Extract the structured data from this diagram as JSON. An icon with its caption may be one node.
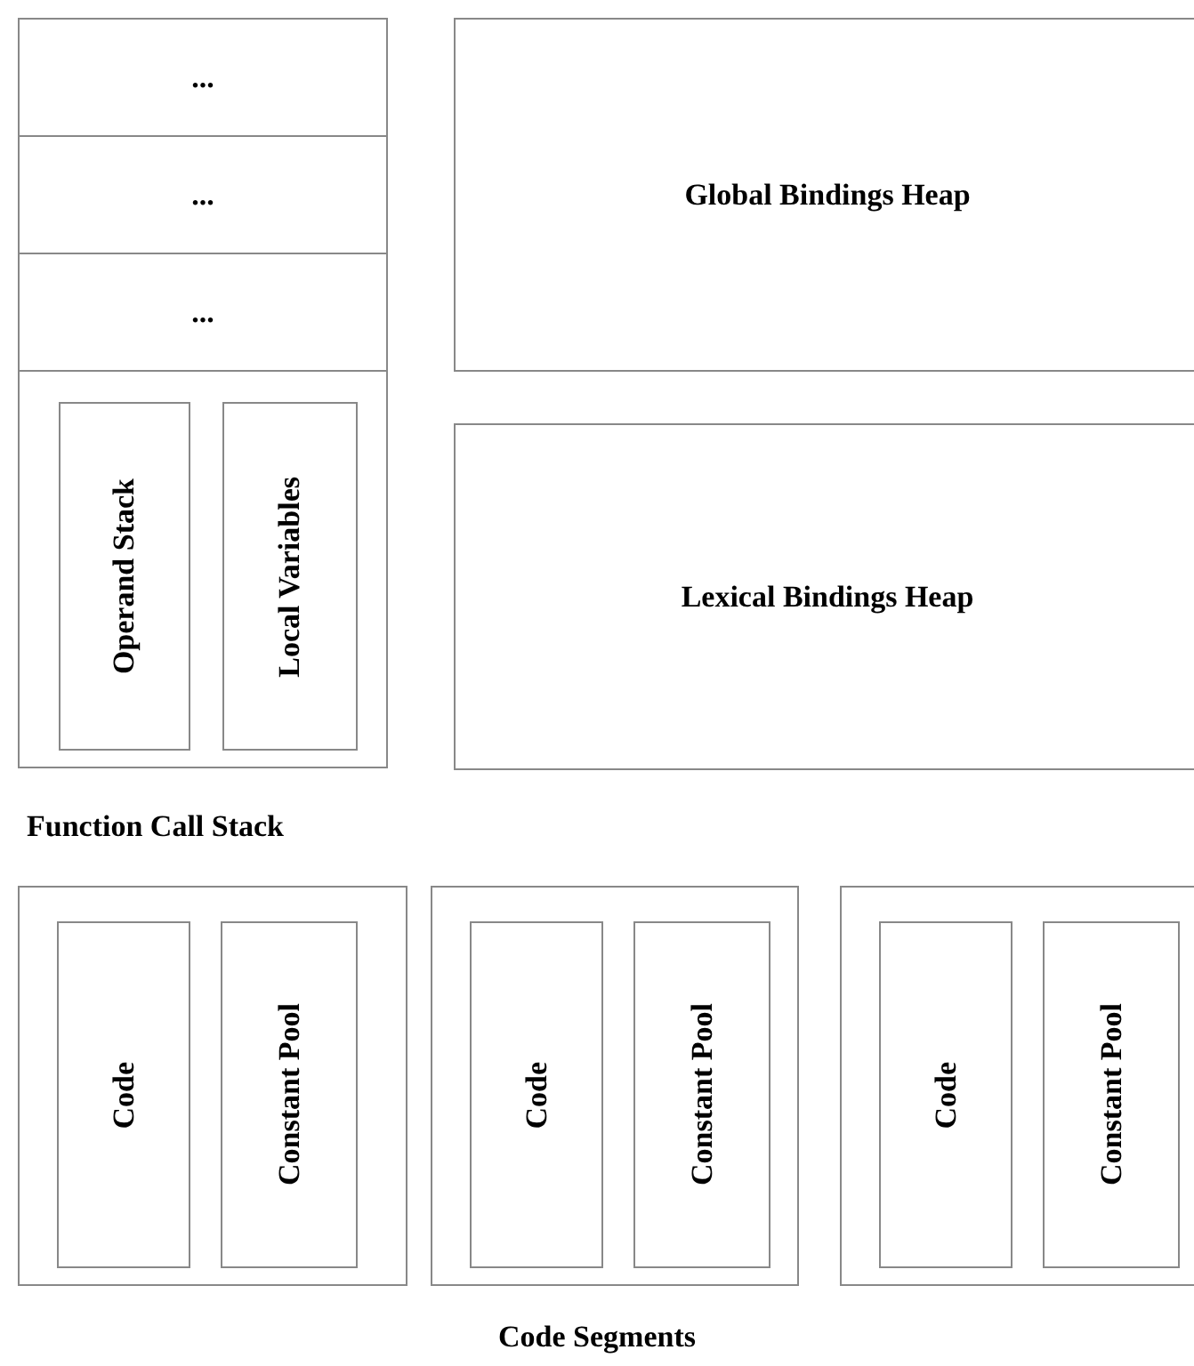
{
  "diagram": {
    "nodes": [
      {
        "text": [
          "Function Call Stack"
        ]
      },
      {
        "text": [
          "..."
        ],
        "in": 0
      },
      {
        "text": [
          "..."
        ],
        "in": 0
      },
      {
        "text": [
          "..."
        ],
        "in": 0
      },
      {
        "text": [],
        "shape": "box",
        "in": 0
      },
      {
        "text": [
          "Operand Stack"
        ],
        "in": 4
      },
      {
        "text": [
          "Local Variables"
        ],
        "in": 4
      },
      {
        "text": [
          "Global Bindings Heap"
        ]
      },
      {
        "text": [
          "Lexical Bindings Heap"
        ]
      },
      {
        "text": [],
        "shape": "box"
      },
      {
        "text": [
          "Code"
        ],
        "in": 9
      },
      {
        "text": [
          "Constant Pool"
        ],
        "in": 9
      },
      {
        "text": [],
        "shape": "box"
      },
      {
        "text": [
          "Code"
        ],
        "in": 12
      },
      {
        "text": [
          "Constant Pool"
        ],
        "in": 12
      },
      {
        "text": [],
        "shape": "box"
      },
      {
        "text": [
          "Code"
        ],
        "in": 15
      },
      {
        "text": [
          "Constant Pool"
        ],
        "in": 15
      }
    ],
    "edges": [],
    "labels": [
      "Code Segments"
    ]
  }
}
